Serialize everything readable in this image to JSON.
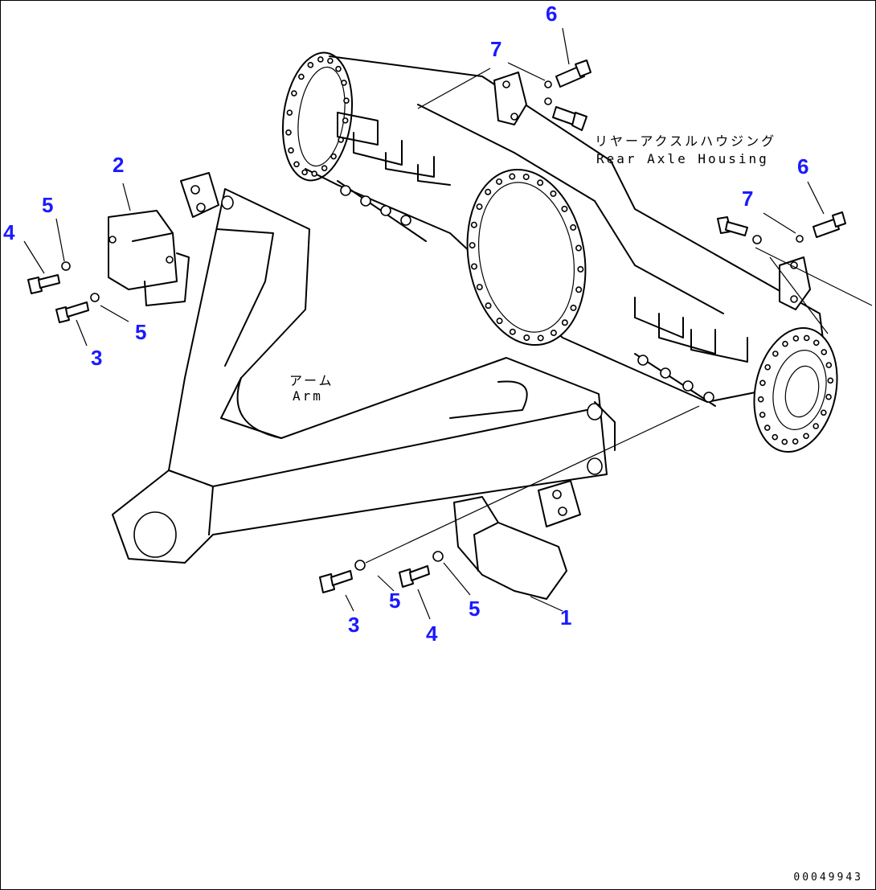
{
  "labels": {
    "axle_jp": "リヤーアクスルハウジング",
    "axle_en": "Rear Axle Housing",
    "arm_jp": "アーム",
    "arm_en": "Arm"
  },
  "callouts": {
    "c1": "1",
    "c2": "2",
    "c3a": "3",
    "c3b": "3",
    "c4a": "4",
    "c4b": "4",
    "c5a": "5",
    "c5b": "5",
    "c5c": "5",
    "c5d": "5",
    "c6a": "6",
    "c6b": "6",
    "c7a": "7",
    "c7b": "7"
  },
  "document_number": "00049943",
  "colors": {
    "callout": "#1a1aff",
    "line": "#000000"
  }
}
